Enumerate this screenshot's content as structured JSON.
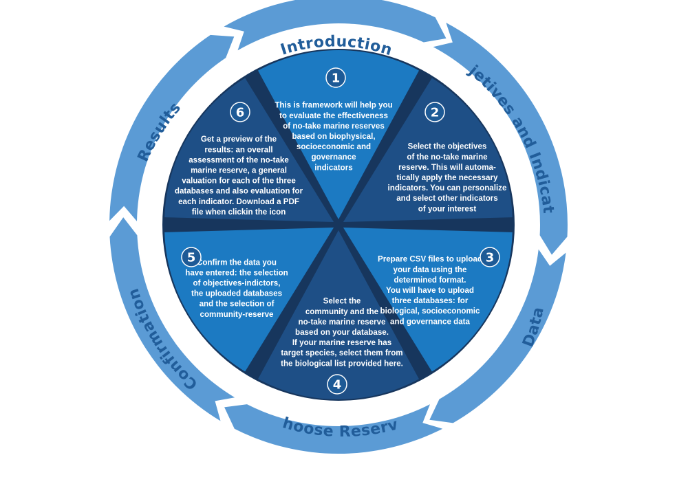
{
  "colors": {
    "outer_ring": "#5b9bd5",
    "arc_text": "#215d9a",
    "disc": "#17365d",
    "wedge_dark": "#1e4f86",
    "wedge_light": "#1c7ac2",
    "badge": "#1d5a96"
  },
  "stages": [
    {
      "label": "Introduction"
    },
    {
      "label": "Objetives and Indicators"
    },
    {
      "label": "Data"
    },
    {
      "label": "Choose Reserve"
    },
    {
      "label": "Confirmation"
    },
    {
      "label": "Results"
    }
  ],
  "steps": [
    {
      "number": "1",
      "lines": [
        "This is framework will help  you",
        "to evaluate the effectiveness",
        "of no-take marine reserves",
        "based on biophysical,",
        "socioeconomic and",
        "governance",
        "indicators"
      ]
    },
    {
      "number": "2",
      "lines": [
        "Select the objectives",
        "of the no-take marine",
        "reserve. This will automa-",
        "tically apply the necessary",
        "indicators. You can personalize",
        "and select other indicators",
        "of your interest"
      ]
    },
    {
      "number": "3",
      "lines": [
        "Prepare CSV files to upload",
        "your data using the",
        "determined format.",
        "You will have to upload",
        "three databases: for",
        "biological, socioeconomic",
        "and governance data"
      ]
    },
    {
      "number": "4",
      "lines": [
        "Select the",
        "community and the",
        "no-take marine reserve",
        "based on your database.",
        "If your marine reserve has",
        "target species, select them from",
        "the biological list provided here."
      ]
    },
    {
      "number": "5",
      "lines": [
        "Confirm the data you",
        "have entered: the selection",
        "of objectives-indictors,",
        "the uploaded databases",
        "and the selection of",
        "community-reserve"
      ]
    },
    {
      "number": "6",
      "lines": [
        "Get a preview of the",
        "results: an overall",
        "assessment of the no-take",
        "marine reserve, a general",
        "valuation for each of the three",
        "databases and also evaluation for",
        "each indicator. Download a PDF",
        "file when clickin the icon"
      ]
    }
  ]
}
